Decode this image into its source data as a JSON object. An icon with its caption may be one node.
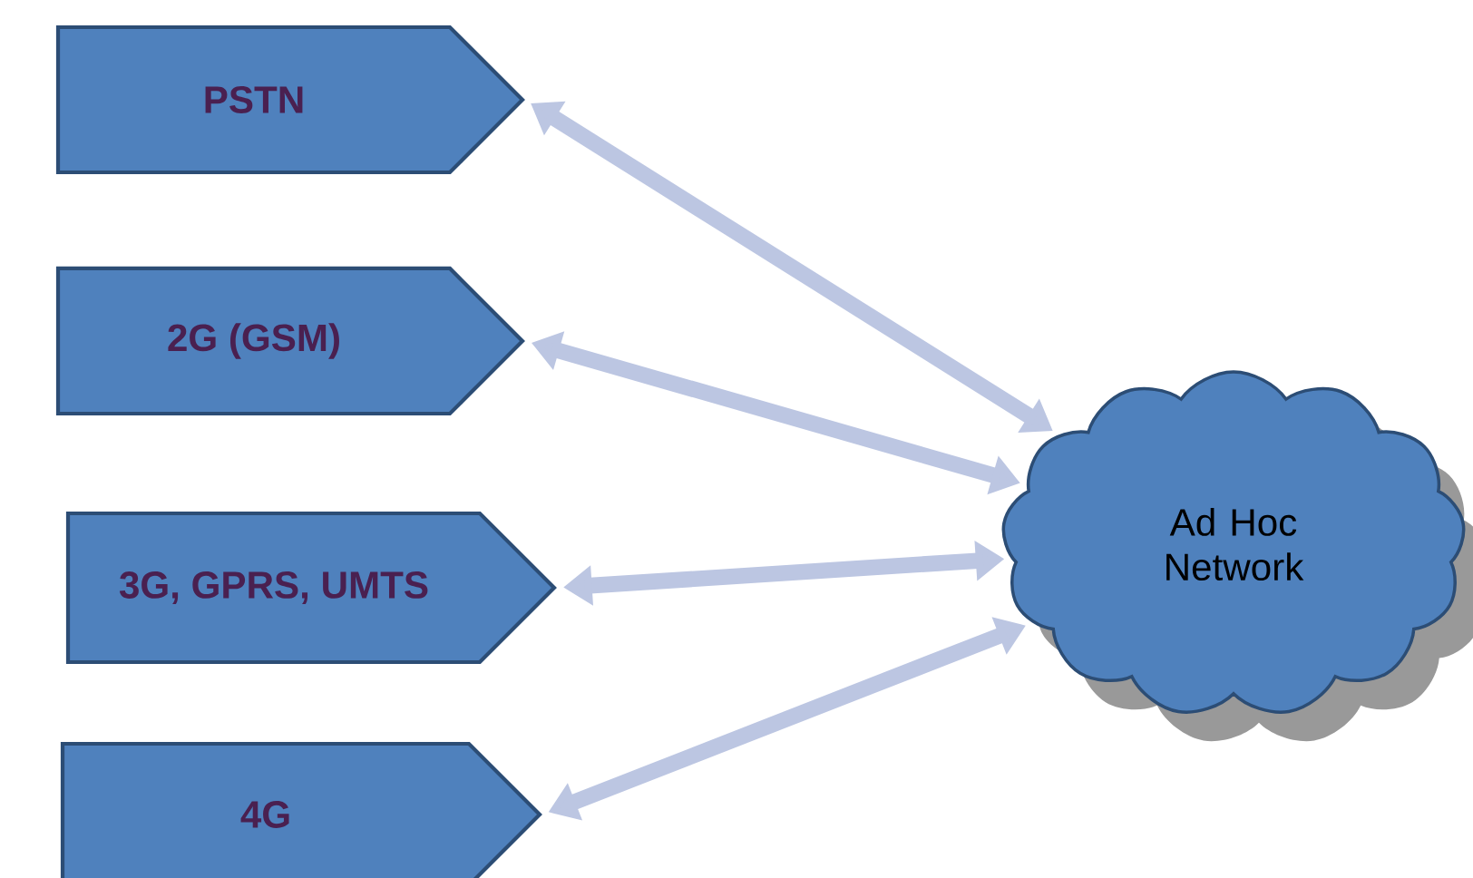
{
  "diagram": {
    "nodes": [
      {
        "text": [
          "PSTN"
        ]
      },
      {
        "text": [
          "2G (GSM)"
        ]
      },
      {
        "text": [
          "3G, GPRS, UMTS"
        ]
      },
      {
        "text": [
          "4G"
        ]
      },
      {
        "text": [
          "Ad Hoc Network"
        ]
      }
    ],
    "edges": [
      {
        "from": 4,
        "to": 0,
        "arrow": "both"
      },
      {
        "from": 4,
        "to": 1,
        "arrow": "both"
      },
      {
        "from": 4,
        "to": 2,
        "arrow": "both"
      },
      {
        "from": 4,
        "to": 3,
        "arrow": "both"
      }
    ]
  }
}
